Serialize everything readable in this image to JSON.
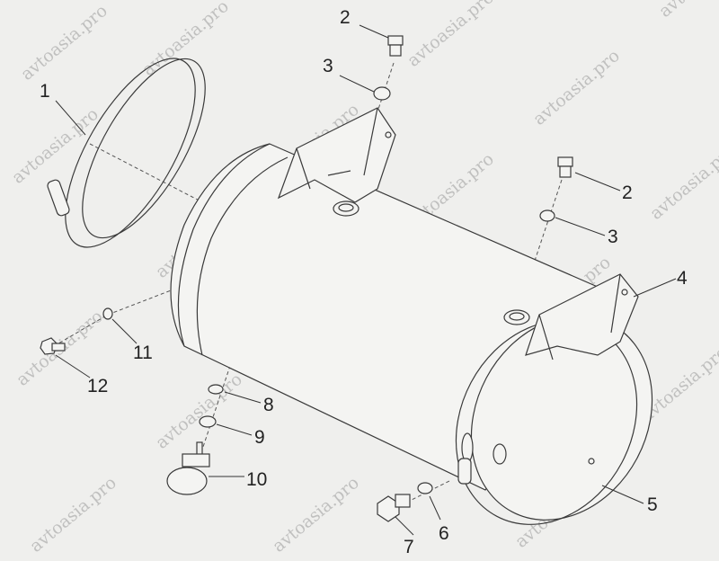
{
  "watermark": "avtoasia.pro",
  "callouts": [
    {
      "id": "clamp",
      "label": "1"
    },
    {
      "id": "plug-top",
      "label": "2"
    },
    {
      "id": "washer-top",
      "label": "3"
    },
    {
      "id": "plug-right",
      "label": "2"
    },
    {
      "id": "washer-right",
      "label": "3"
    },
    {
      "id": "bracket",
      "label": "4"
    },
    {
      "id": "tank",
      "label": "5"
    },
    {
      "id": "washer-drain",
      "label": "6"
    },
    {
      "id": "drain-plug",
      "label": "7"
    },
    {
      "id": "washer-sensor-1",
      "label": "8"
    },
    {
      "id": "washer-sensor-2",
      "label": "9"
    },
    {
      "id": "sensor",
      "label": "10"
    },
    {
      "id": "washer-small",
      "label": "11"
    },
    {
      "id": "bolt",
      "label": "12"
    }
  ],
  "colors": {
    "background": "#efefed",
    "line": "#3a3a3a"
  }
}
